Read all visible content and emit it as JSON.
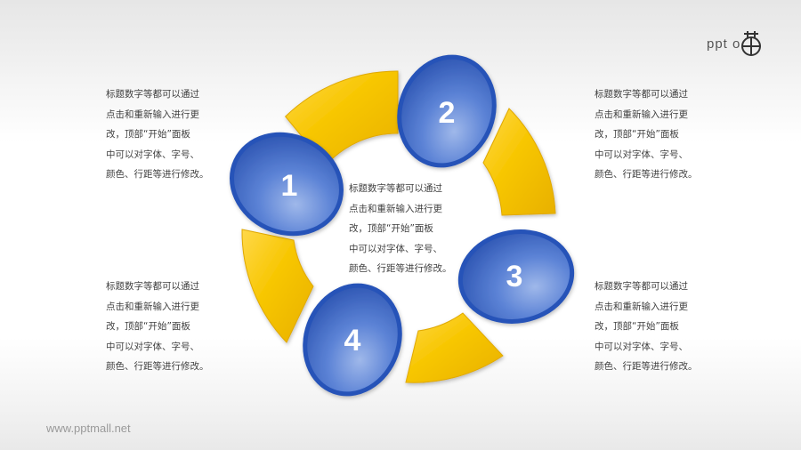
{
  "slide": {
    "background": "#f2f2f2",
    "accent_colors": {
      "segment_yellow": "#f5c400",
      "circle_blue": "#2e5fbf",
      "circle_border": "#2a55b8"
    }
  },
  "logo": {
    "text": "PPT",
    "icon": "ppt-mall-logo-icon"
  },
  "center_text": "标题数字等都可以通过\n点击和重新输入进行更\n改，顶部“开始”面板\n中可以对字体、字号、\n颜色、行距等进行修改。",
  "blocks": [
    {
      "id": "top-left",
      "text": "标题数字等都可以通过\n点击和重新输入进行更\n改，顶部“开始”面板\n中可以对字体、字号、\n颜色、行距等进行修改。"
    },
    {
      "id": "top-right",
      "text": "标题数字等都可以通过\n点击和重新输入进行更\n改，顶部“开始”面板\n中可以对字体、字号、\n颜色、行距等进行修改。"
    },
    {
      "id": "bottom-left",
      "text": "标题数字等都可以通过\n点击和重新输入进行更\n改，顶部“开始”面板\n中可以对字体、字号、\n颜色、行距等进行修改。"
    },
    {
      "id": "bottom-right",
      "text": "标题数字等都可以通过\n点击和重新输入进行更\n改，顶部“开始”面板\n中可以对字体、字号、\n颜色、行距等进行修改。"
    }
  ],
  "steps": [
    {
      "number": "1"
    },
    {
      "number": "2"
    },
    {
      "number": "3"
    },
    {
      "number": "4"
    }
  ],
  "footer": {
    "url": "www.pptmall.net"
  }
}
